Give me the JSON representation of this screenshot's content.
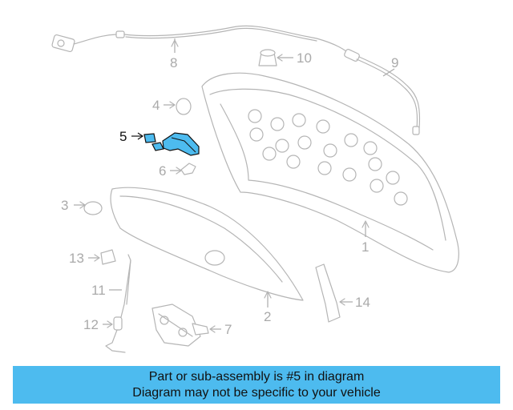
{
  "diagram": {
    "callouts": [
      {
        "id": "1",
        "label": "1",
        "highlighted": false
      },
      {
        "id": "2",
        "label": "2",
        "highlighted": false
      },
      {
        "id": "3",
        "label": "3",
        "highlighted": false
      },
      {
        "id": "4",
        "label": "4",
        "highlighted": false
      },
      {
        "id": "5",
        "label": "5",
        "highlighted": true
      },
      {
        "id": "6",
        "label": "6",
        "highlighted": false
      },
      {
        "id": "7",
        "label": "7",
        "highlighted": false
      },
      {
        "id": "8",
        "label": "8",
        "highlighted": false
      },
      {
        "id": "9",
        "label": "9",
        "highlighted": false
      },
      {
        "id": "10",
        "label": "10",
        "highlighted": false
      },
      {
        "id": "11",
        "label": "11",
        "highlighted": false
      },
      {
        "id": "12",
        "label": "12",
        "highlighted": false
      },
      {
        "id": "13",
        "label": "13",
        "highlighted": false
      },
      {
        "id": "14",
        "label": "14",
        "highlighted": false
      }
    ],
    "highlight_color": "#4dbbef"
  },
  "banner": {
    "line1": "Part or sub-assembly is #5 in diagram",
    "line2": "Diagram may not be specific to your vehicle",
    "background": "#4dbbef"
  }
}
